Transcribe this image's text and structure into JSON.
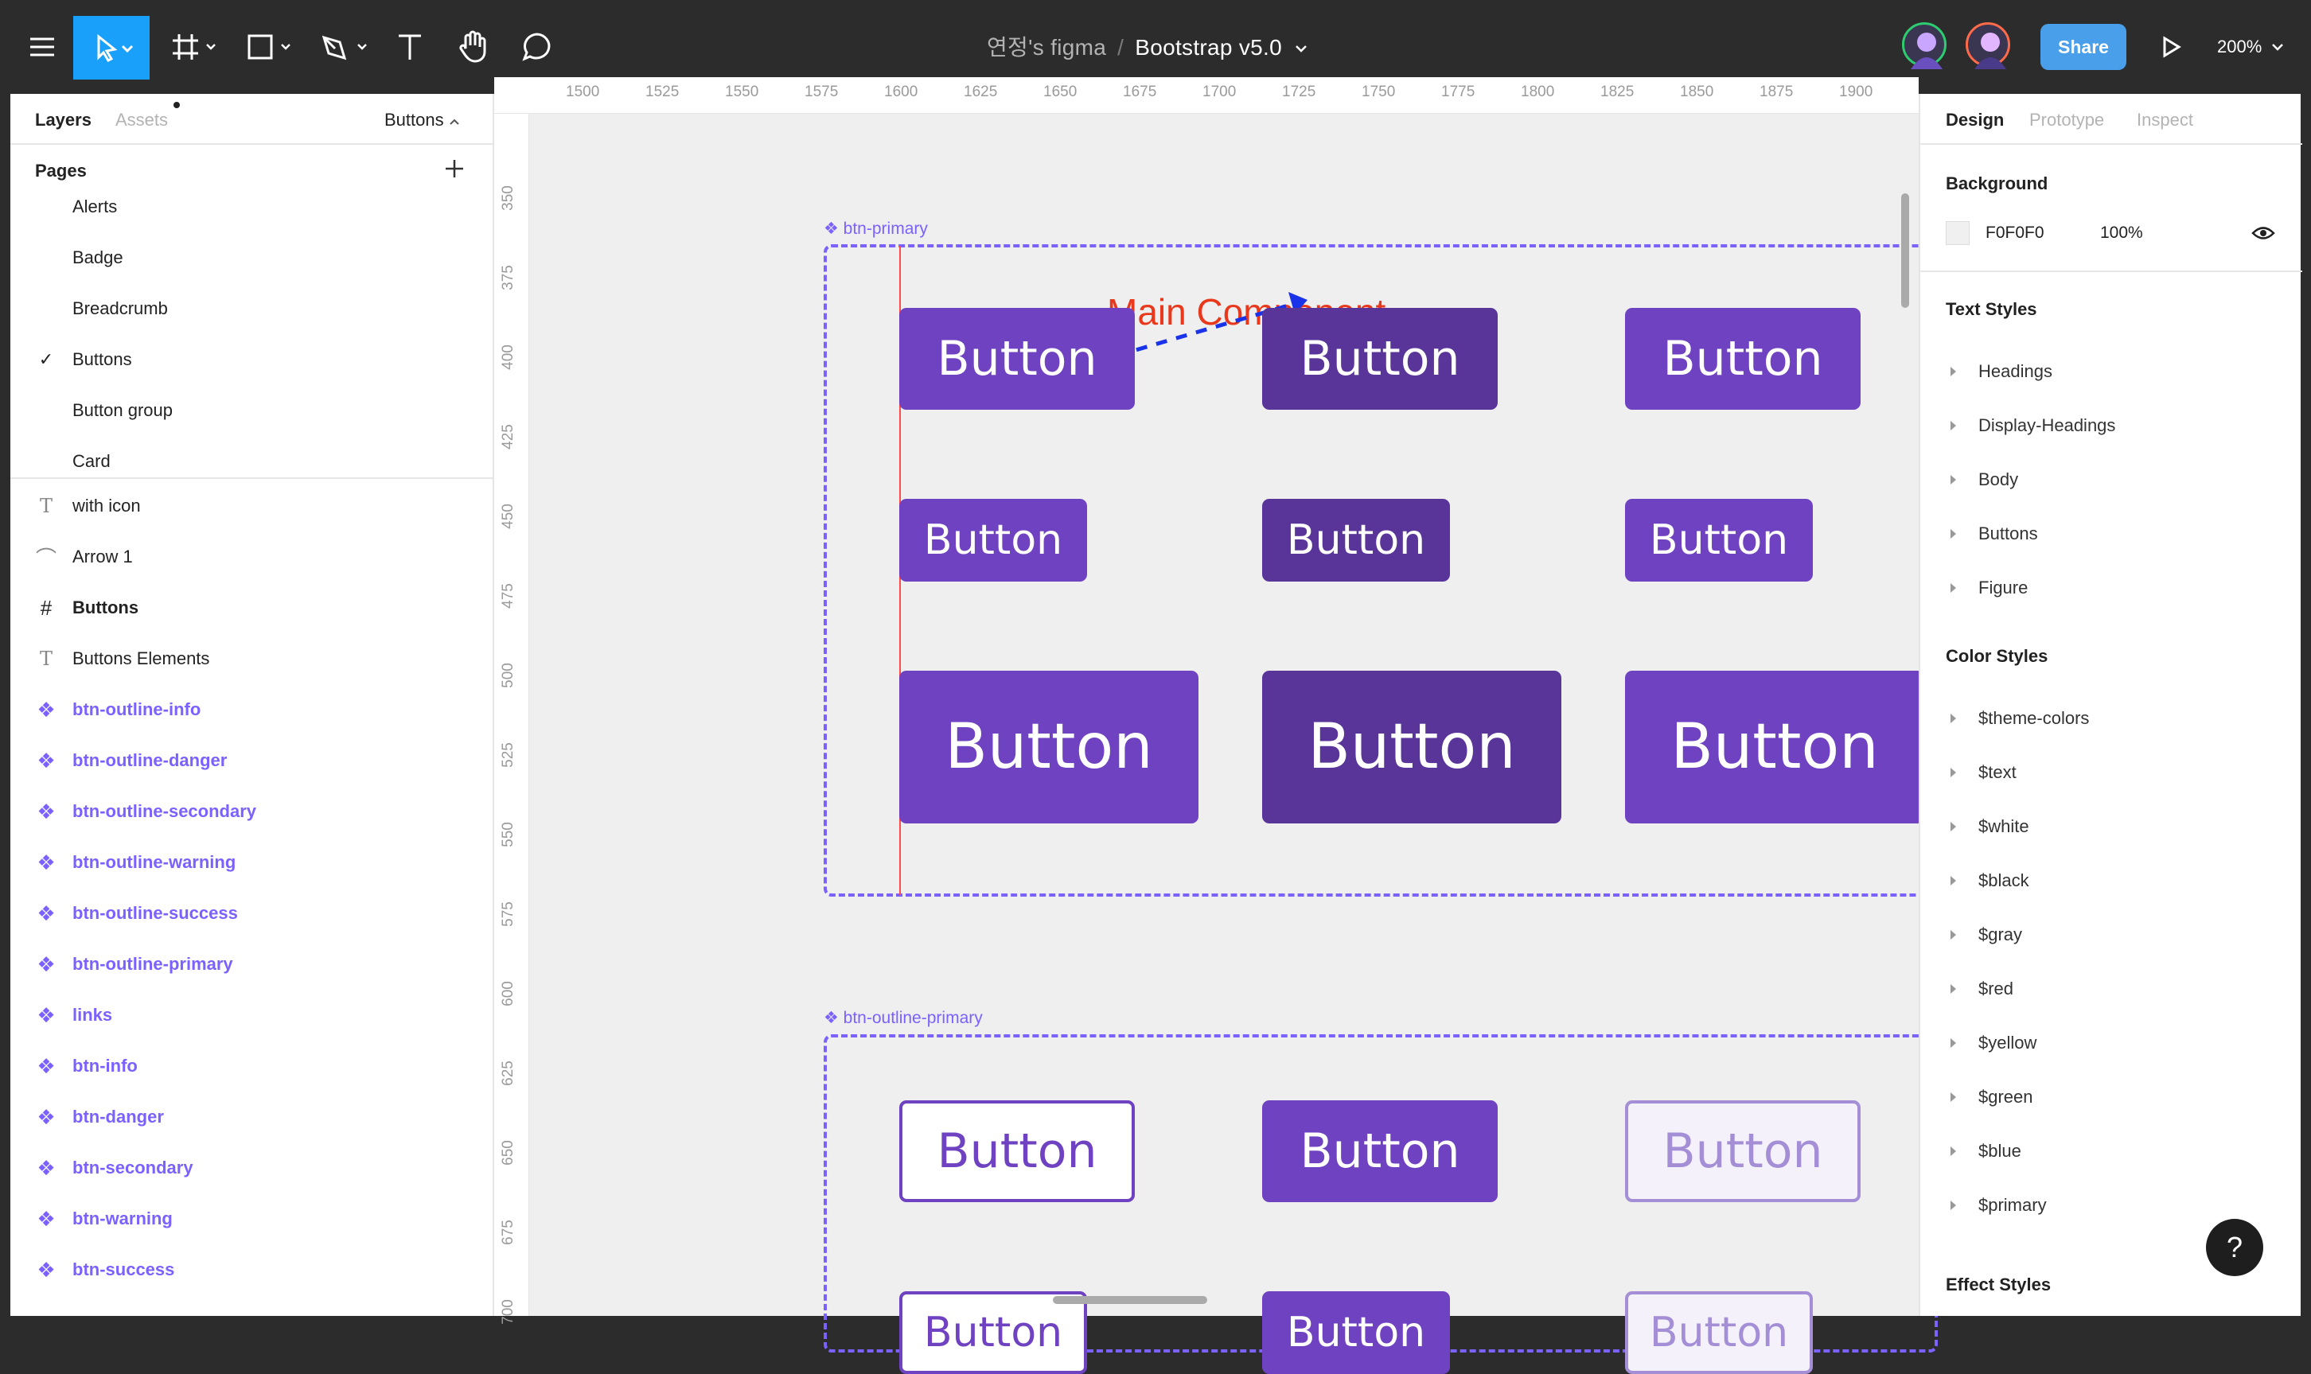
{
  "topbar": {
    "file_owner": "연정's figma",
    "file_name": "Bootstrap v5.0",
    "share_label": "Share",
    "zoom_label": "200%",
    "tools": [
      "main-menu-icon",
      "move-icon",
      "frame-icon",
      "rectangle-icon",
      "pen-icon",
      "text-icon",
      "hand-icon",
      "comment-icon",
      "play-icon"
    ]
  },
  "left_panel": {
    "tabs": {
      "layers": "Layers",
      "assets": "Assets",
      "page_selector": "Buttons"
    },
    "pages_heading": "Pages",
    "pages": [
      "Alerts",
      "Badge",
      "Breadcrumb",
      "Buttons",
      "Button group",
      "Card"
    ],
    "selected_page": "Buttons",
    "layers": [
      {
        "label": "with icon",
        "icon": "text-icon",
        "kind": "text"
      },
      {
        "label": "Arrow 1",
        "icon": "arrow-icon",
        "kind": "shape"
      },
      {
        "label": "Buttons",
        "icon": "frame-icon",
        "kind": "frame"
      },
      {
        "label": "Buttons Elements",
        "icon": "text-icon",
        "kind": "text"
      },
      {
        "label": "btn-outline-info",
        "icon": "component-icon",
        "kind": "component"
      },
      {
        "label": "btn-outline-danger",
        "icon": "component-icon",
        "kind": "component"
      },
      {
        "label": "btn-outline-secondary",
        "icon": "component-icon",
        "kind": "component"
      },
      {
        "label": "btn-outline-warning",
        "icon": "component-icon",
        "kind": "component"
      },
      {
        "label": "btn-outline-success",
        "icon": "component-icon",
        "kind": "component"
      },
      {
        "label": "btn-outline-primary",
        "icon": "component-icon",
        "kind": "component"
      },
      {
        "label": "links",
        "icon": "component-icon",
        "kind": "component"
      },
      {
        "label": "btn-info",
        "icon": "component-icon",
        "kind": "component"
      },
      {
        "label": "btn-danger",
        "icon": "component-icon",
        "kind": "component"
      },
      {
        "label": "btn-secondary",
        "icon": "component-icon",
        "kind": "component"
      },
      {
        "label": "btn-warning",
        "icon": "component-icon",
        "kind": "component"
      },
      {
        "label": "btn-success",
        "icon": "component-icon",
        "kind": "component"
      }
    ]
  },
  "canvas": {
    "annotation": "Main Component",
    "ruler_x": [
      "1500",
      "1525",
      "1550",
      "1575",
      "1600",
      "1625",
      "1650",
      "1675",
      "1700",
      "1725",
      "1750",
      "1775",
      "1800",
      "1825",
      "1850",
      "1875",
      "1900"
    ],
    "ruler_y": [
      "350",
      "375",
      "400",
      "425",
      "450",
      "475",
      "500",
      "525",
      "550",
      "575",
      "600",
      "625",
      "650",
      "675",
      "700"
    ],
    "frames": [
      {
        "label": "btn-primary"
      },
      {
        "label": "btn-outline-primary"
      }
    ],
    "button_label": "Button",
    "colors": {
      "primary": "#6f42c1",
      "primary_dark": "#59359a",
      "outline_light": "#a48fd6",
      "frame": "#7b61ff",
      "annotation": "#e8391c",
      "arrow": "#1a32e8"
    }
  },
  "right_panel": {
    "tabs": {
      "design": "Design",
      "prototype": "Prototype",
      "inspect": "Inspect"
    },
    "background_heading": "Background",
    "background_hex": "F0F0F0",
    "background_opacity": "100%",
    "text_styles_heading": "Text Styles",
    "text_styles": [
      "Headings",
      "Display-Headings",
      "Body",
      "Buttons",
      "Figure"
    ],
    "color_styles_heading": "Color Styles",
    "color_styles": [
      "$theme-colors",
      "$text",
      "$white",
      "$black",
      "$gray",
      "$red",
      "$yellow",
      "$green",
      "$blue",
      "$primary"
    ],
    "effect_styles_heading": "Effect Styles"
  },
  "help_label": "?"
}
